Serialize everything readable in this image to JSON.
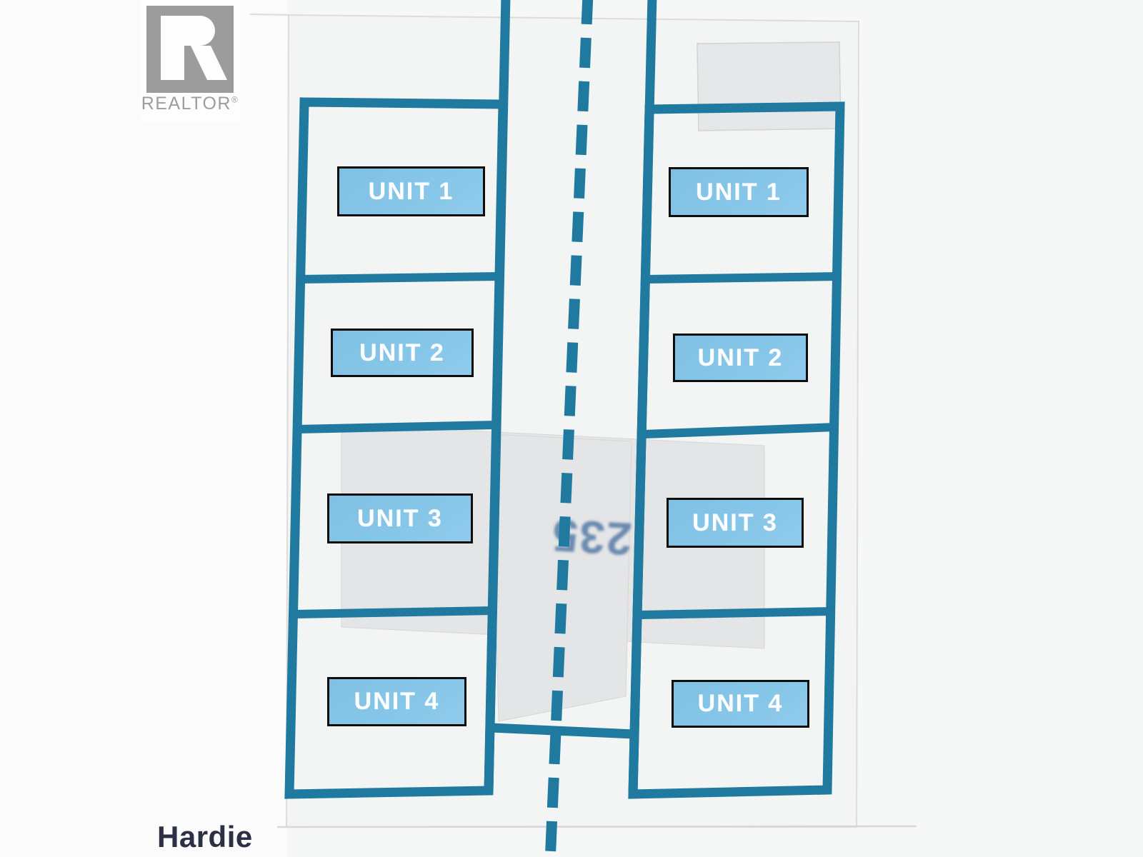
{
  "site_plan": {
    "street_label": "Hardie",
    "house_number": "235",
    "lots": {
      "left": {
        "units": [
          "UNIT 1",
          "UNIT 2",
          "UNIT 3",
          "UNIT 4"
        ]
      },
      "right": {
        "units": [
          "UNIT 1",
          "UNIT 2",
          "UNIT 3",
          "UNIT 4"
        ]
      }
    }
  },
  "branding": {
    "logo_letter": "R",
    "wordmark": "REALTOR",
    "registered_symbol": "®"
  },
  "colors": {
    "lot_line_teal": "#20799e",
    "dashed_centerline_teal": "#20799e",
    "unit_box_fill": "#84c4e6",
    "unit_box_border": "#0d0d0d",
    "unit_text_white": "#fbfdfe",
    "footprint_gray": "#e4e5e6",
    "property_outline_gray": "#d9dada",
    "house_number_blue": "#5b7ea8",
    "street_text_navy": "#2b3044",
    "logo_gray": "#9c9c9c"
  }
}
